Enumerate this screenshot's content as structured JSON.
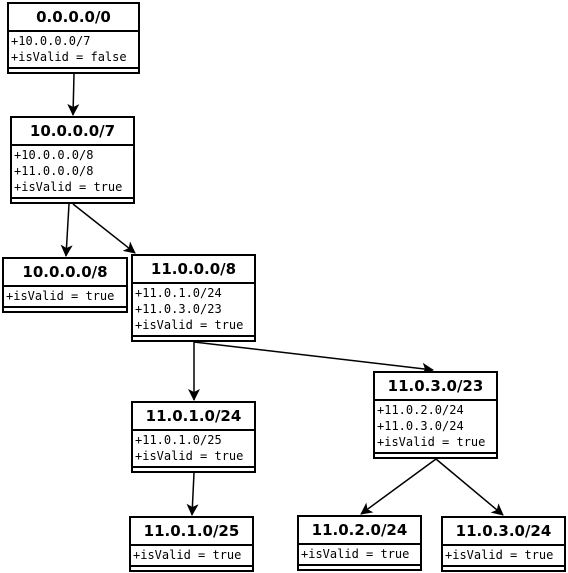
{
  "nodes": [
    {
      "id": "n0",
      "title": "0.0.0.0/0",
      "attributes": [
        "+10.0.0.0/7",
        "+isValid = false"
      ]
    },
    {
      "id": "n1",
      "title": "10.0.0.0/7",
      "attributes": [
        "+10.0.0.0/8",
        "+11.0.0.0/8",
        "+isValid = true"
      ]
    },
    {
      "id": "n2",
      "title": "10.0.0.0/8",
      "attributes": [
        "+isValid = true"
      ]
    },
    {
      "id": "n3",
      "title": "11.0.0.0/8",
      "attributes": [
        "+11.0.1.0/24",
        "+11.0.3.0/23",
        "+isValid = true"
      ]
    },
    {
      "id": "n4",
      "title": "11.0.1.0/24",
      "attributes": [
        "+11.0.1.0/25",
        "+isValid = true"
      ]
    },
    {
      "id": "n5",
      "title": "11.0.3.0/23",
      "attributes": [
        "+11.0.2.0/24",
        "+11.0.3.0/24",
        "+isValid = true"
      ]
    },
    {
      "id": "n6",
      "title": "11.0.1.0/25",
      "attributes": [
        "+isValid = true"
      ]
    },
    {
      "id": "n7",
      "title": "11.0.2.0/24",
      "attributes": [
        "+isValid = true"
      ]
    },
    {
      "id": "n8",
      "title": "11.0.3.0/24",
      "attributes": [
        "+isValid = true"
      ]
    }
  ],
  "edges": [
    {
      "from": "n0",
      "to": "n1"
    },
    {
      "from": "n1",
      "to": "n2"
    },
    {
      "from": "n1",
      "to": "n3"
    },
    {
      "from": "n3",
      "to": "n4"
    },
    {
      "from": "n3",
      "to": "n5"
    },
    {
      "from": "n4",
      "to": "n6"
    },
    {
      "from": "n5",
      "to": "n7"
    },
    {
      "from": "n5",
      "to": "n8"
    }
  ]
}
